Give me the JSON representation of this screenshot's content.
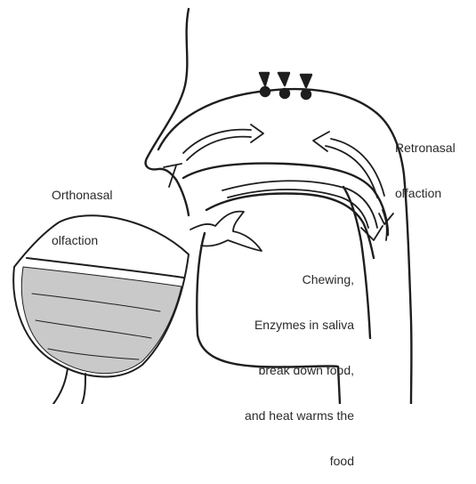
{
  "labels": {
    "orthonasal": [
      "Orthonasal",
      "olfaction"
    ],
    "retronasal": [
      "Retronasal",
      "olfaction"
    ],
    "chewing": [
      "Chewing,",
      "Enzymes in saliva",
      "break down food,",
      "and heat warms the",
      "food"
    ]
  },
  "colors": {
    "ink": "#1e1e1e",
    "wine": "#c9c9c9",
    "background": "#ffffff"
  }
}
